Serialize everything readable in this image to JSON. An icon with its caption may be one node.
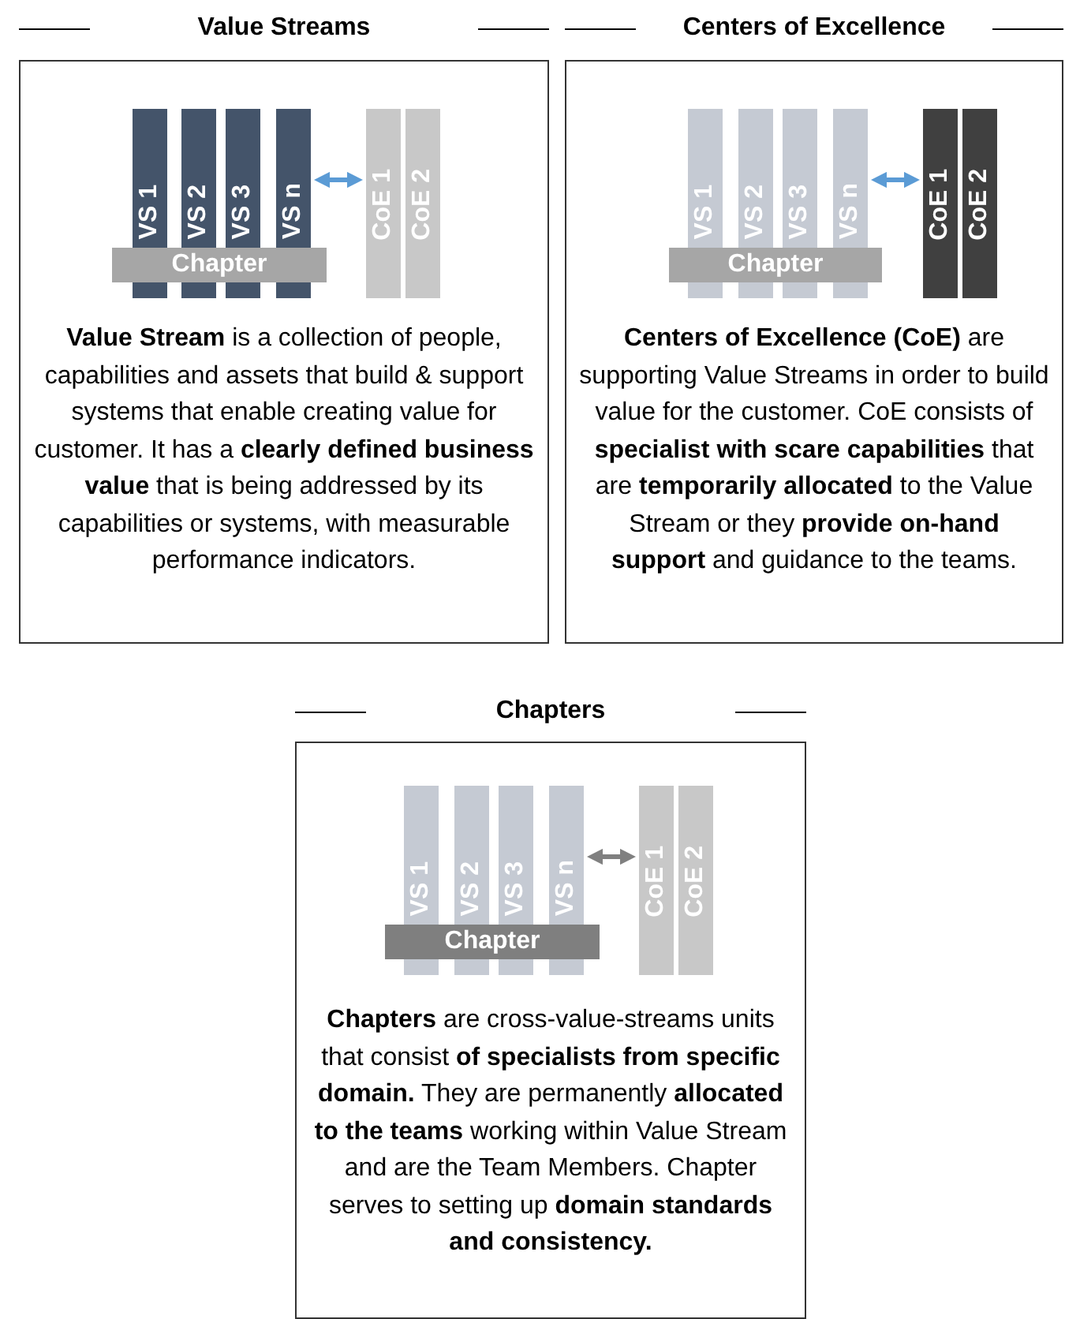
{
  "diagram": {
    "nodes": [
      {
        "text": [
          "Value Streams",
          "**Value Stream** is a collection of people, capabilities and assets that build & support systems that enable creating value for customer. It has a **clearly defined business value** that is being addressed by its capabilities or systems, with measurable performance indicators."
        ]
      },
      {
        "text": [
          "VS 1"
        ],
        "in": 0
      },
      {
        "text": [
          "VS 2"
        ],
        "in": 0
      },
      {
        "text": [
          "VS 3"
        ],
        "in": 0
      },
      {
        "text": [
          "VS n"
        ],
        "in": 0
      },
      {
        "text": [
          "CoE 1"
        ],
        "in": 0
      },
      {
        "text": [
          "CoE 2"
        ],
        "in": 0
      },
      {
        "text": [
          "Chapter"
        ],
        "in": 0
      },
      {
        "text": [
          "Centers of Excellence",
          "**Centers of Excellence (CoE)** are supporting Value Streams in order to build value for the customer. CoE consists of **specialist with scare capabilities** that are **temporarily allocated** to the Value Stream or they **provide on-hand support** and guidance to the teams."
        ]
      },
      {
        "text": [
          "VS 1"
        ],
        "in": 8
      },
      {
        "text": [
          "VS 2"
        ],
        "in": 8
      },
      {
        "text": [
          "VS 3"
        ],
        "in": 8
      },
      {
        "text": [
          "VS n"
        ],
        "in": 8
      },
      {
        "text": [
          "CoE 1"
        ],
        "in": 8
      },
      {
        "text": [
          "CoE 2"
        ],
        "in": 8
      },
      {
        "text": [
          "Chapter"
        ],
        "in": 8
      },
      {
        "text": [
          "Chapters",
          "**Chapters** are cross-value-streams units that consist **of specialists from specific domain.** They are permanently **allocated to the teams** working within Value Stream and are the Team Members. Chapter serves to setting up **domain standards and consistency.**"
        ]
      },
      {
        "text": [
          "VS 1"
        ],
        "in": 16
      },
      {
        "text": [
          "VS 2"
        ],
        "in": 16
      },
      {
        "text": [
          "VS 3"
        ],
        "in": 16
      },
      {
        "text": [
          "VS n"
        ],
        "in": 16
      },
      {
        "text": [
          "CoE 1"
        ],
        "in": 16
      },
      {
        "text": [
          "CoE 2"
        ],
        "in": 16
      },
      {
        "text": [
          "Chapter"
        ],
        "in": 16
      }
    ],
    "edges": [
      {
        "from": 4,
        "to": 5,
        "arrow": "both"
      },
      {
        "from": 12,
        "to": 13,
        "arrow": "both"
      },
      {
        "from": 20,
        "to": 21,
        "arrow": "both",
        "color": "#808080"
      }
    ]
  }
}
